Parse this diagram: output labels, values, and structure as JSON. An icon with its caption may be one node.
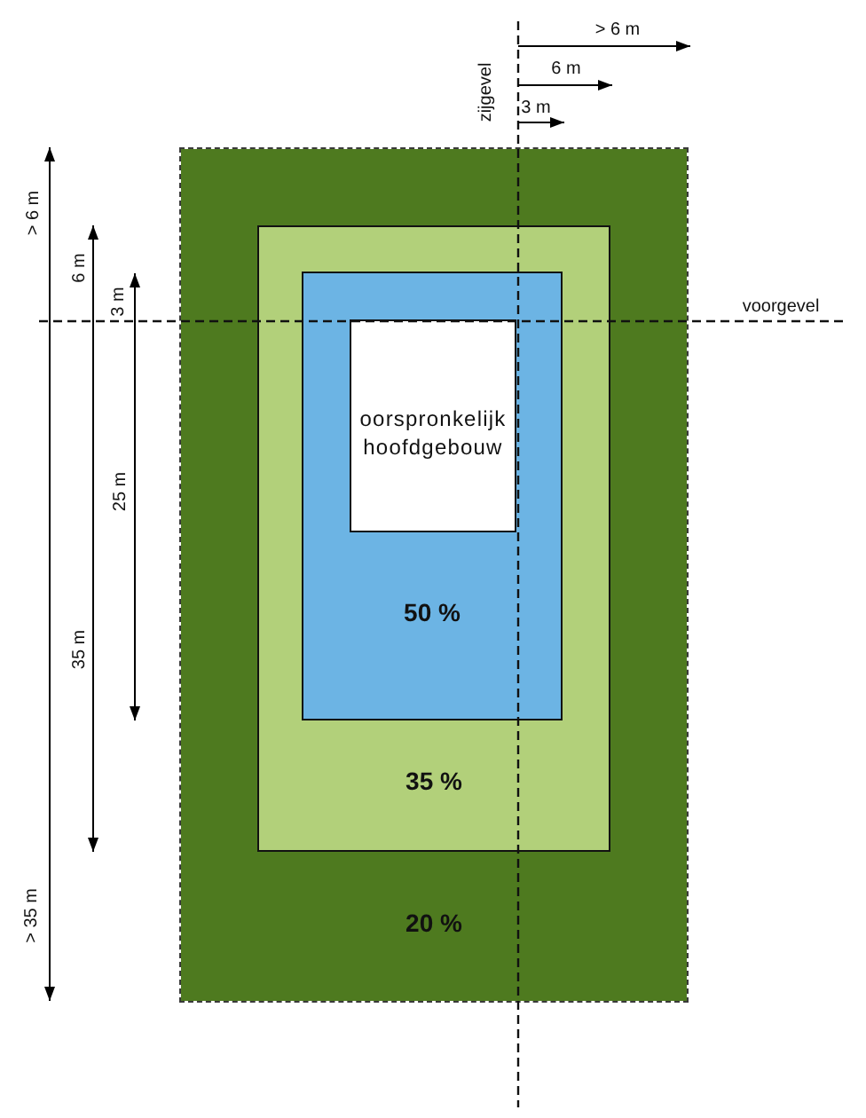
{
  "diagram": {
    "nodes": [
      {
        "text": [
          "20 %"
        ]
      },
      {
        "text": [
          "35 %"
        ],
        "in": 0
      },
      {
        "text": [
          "50 %"
        ],
        "in": 1
      },
      {
        "text": [
          "oorspronkelijk hoofdgebouw"
        ],
        "in": 2
      }
    ],
    "labels": [
      "> 6 m",
      "zijgevel",
      "6 m",
      "3 m",
      "> 6 m",
      "6 m",
      "3 m",
      "voorgevel",
      "25 m",
      "35 m",
      "> 35 m"
    ]
  }
}
